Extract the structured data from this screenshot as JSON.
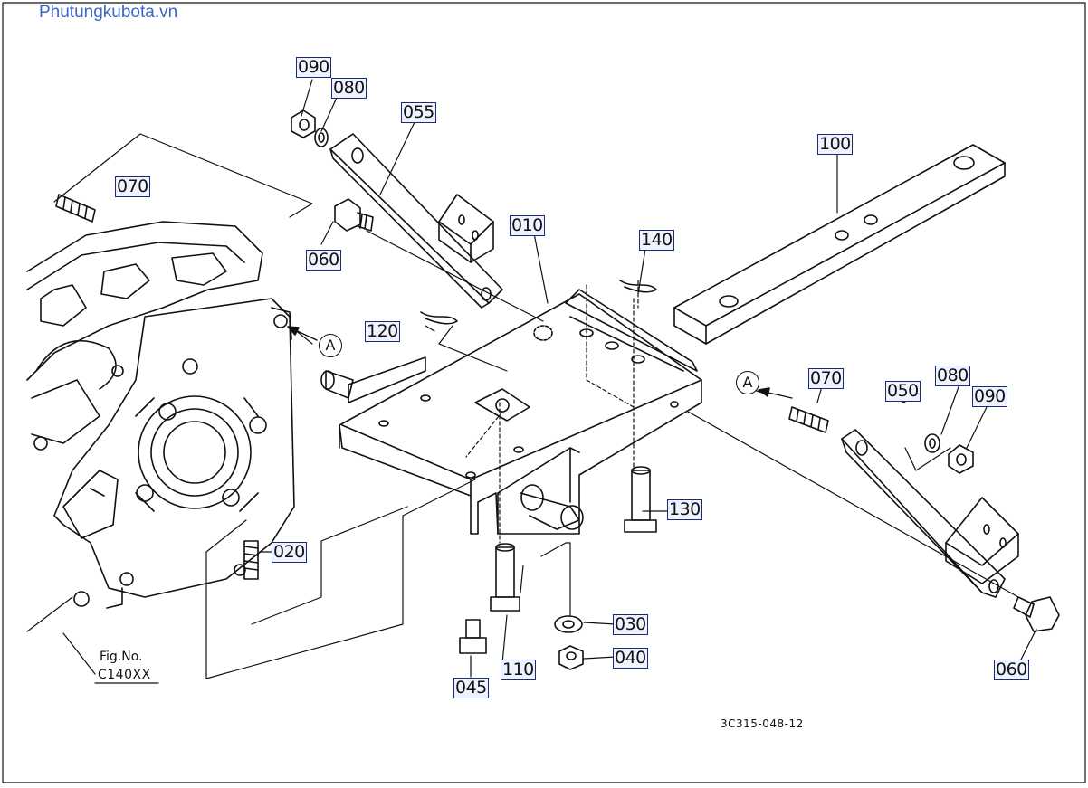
{
  "watermark": "Phutungkubota.vn",
  "figure_ref": {
    "label": "Fig.No.",
    "number": "C140XX"
  },
  "doc_id": "3C315-048-12",
  "view_mark": "A",
  "callouts": [
    {
      "id": "090a",
      "text": "090"
    },
    {
      "id": "080a",
      "text": "080"
    },
    {
      "id": "055",
      "text": "055"
    },
    {
      "id": "070a",
      "text": "070"
    },
    {
      "id": "060a",
      "text": "060"
    },
    {
      "id": "010",
      "text": "010"
    },
    {
      "id": "140",
      "text": "140"
    },
    {
      "id": "100",
      "text": "100"
    },
    {
      "id": "120",
      "text": "120"
    },
    {
      "id": "070b",
      "text": "070"
    },
    {
      "id": "050",
      "text": "050"
    },
    {
      "id": "080b",
      "text": "080"
    },
    {
      "id": "090b",
      "text": "090"
    },
    {
      "id": "130",
      "text": "130"
    },
    {
      "id": "020",
      "text": "020"
    },
    {
      "id": "030",
      "text": "030"
    },
    {
      "id": "040",
      "text": "040"
    },
    {
      "id": "110",
      "text": "110"
    },
    {
      "id": "045",
      "text": "045"
    },
    {
      "id": "060b",
      "text": "060"
    }
  ]
}
